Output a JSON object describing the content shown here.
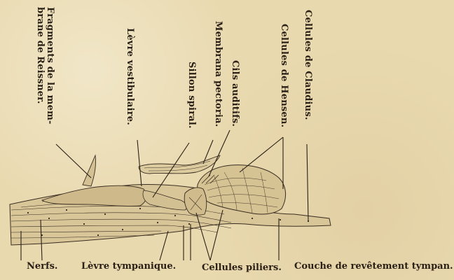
{
  "labels": {
    "claudius": "Cellules de Claudius.",
    "hensen": "Cellules de Hensen.",
    "cils": "Cils auditifs.",
    "membrana": "Membrana pectoria.",
    "sillon": "Sillon spiral.",
    "levre_vest": "Lèvre vestibulaire.",
    "reissner_1": "Fragments de la mem-",
    "reissner_2": "brane de Reissner.",
    "nerfs": "Nerfs.",
    "levre_tymp": "Lèvre tympanique.",
    "piliers": "Cellules piliers.",
    "couche": "Couche de revêtement tympan."
  },
  "colors": {
    "paper": "#e9d9af",
    "ink": "#2a2016",
    "tissue": "#d9c8a0"
  }
}
